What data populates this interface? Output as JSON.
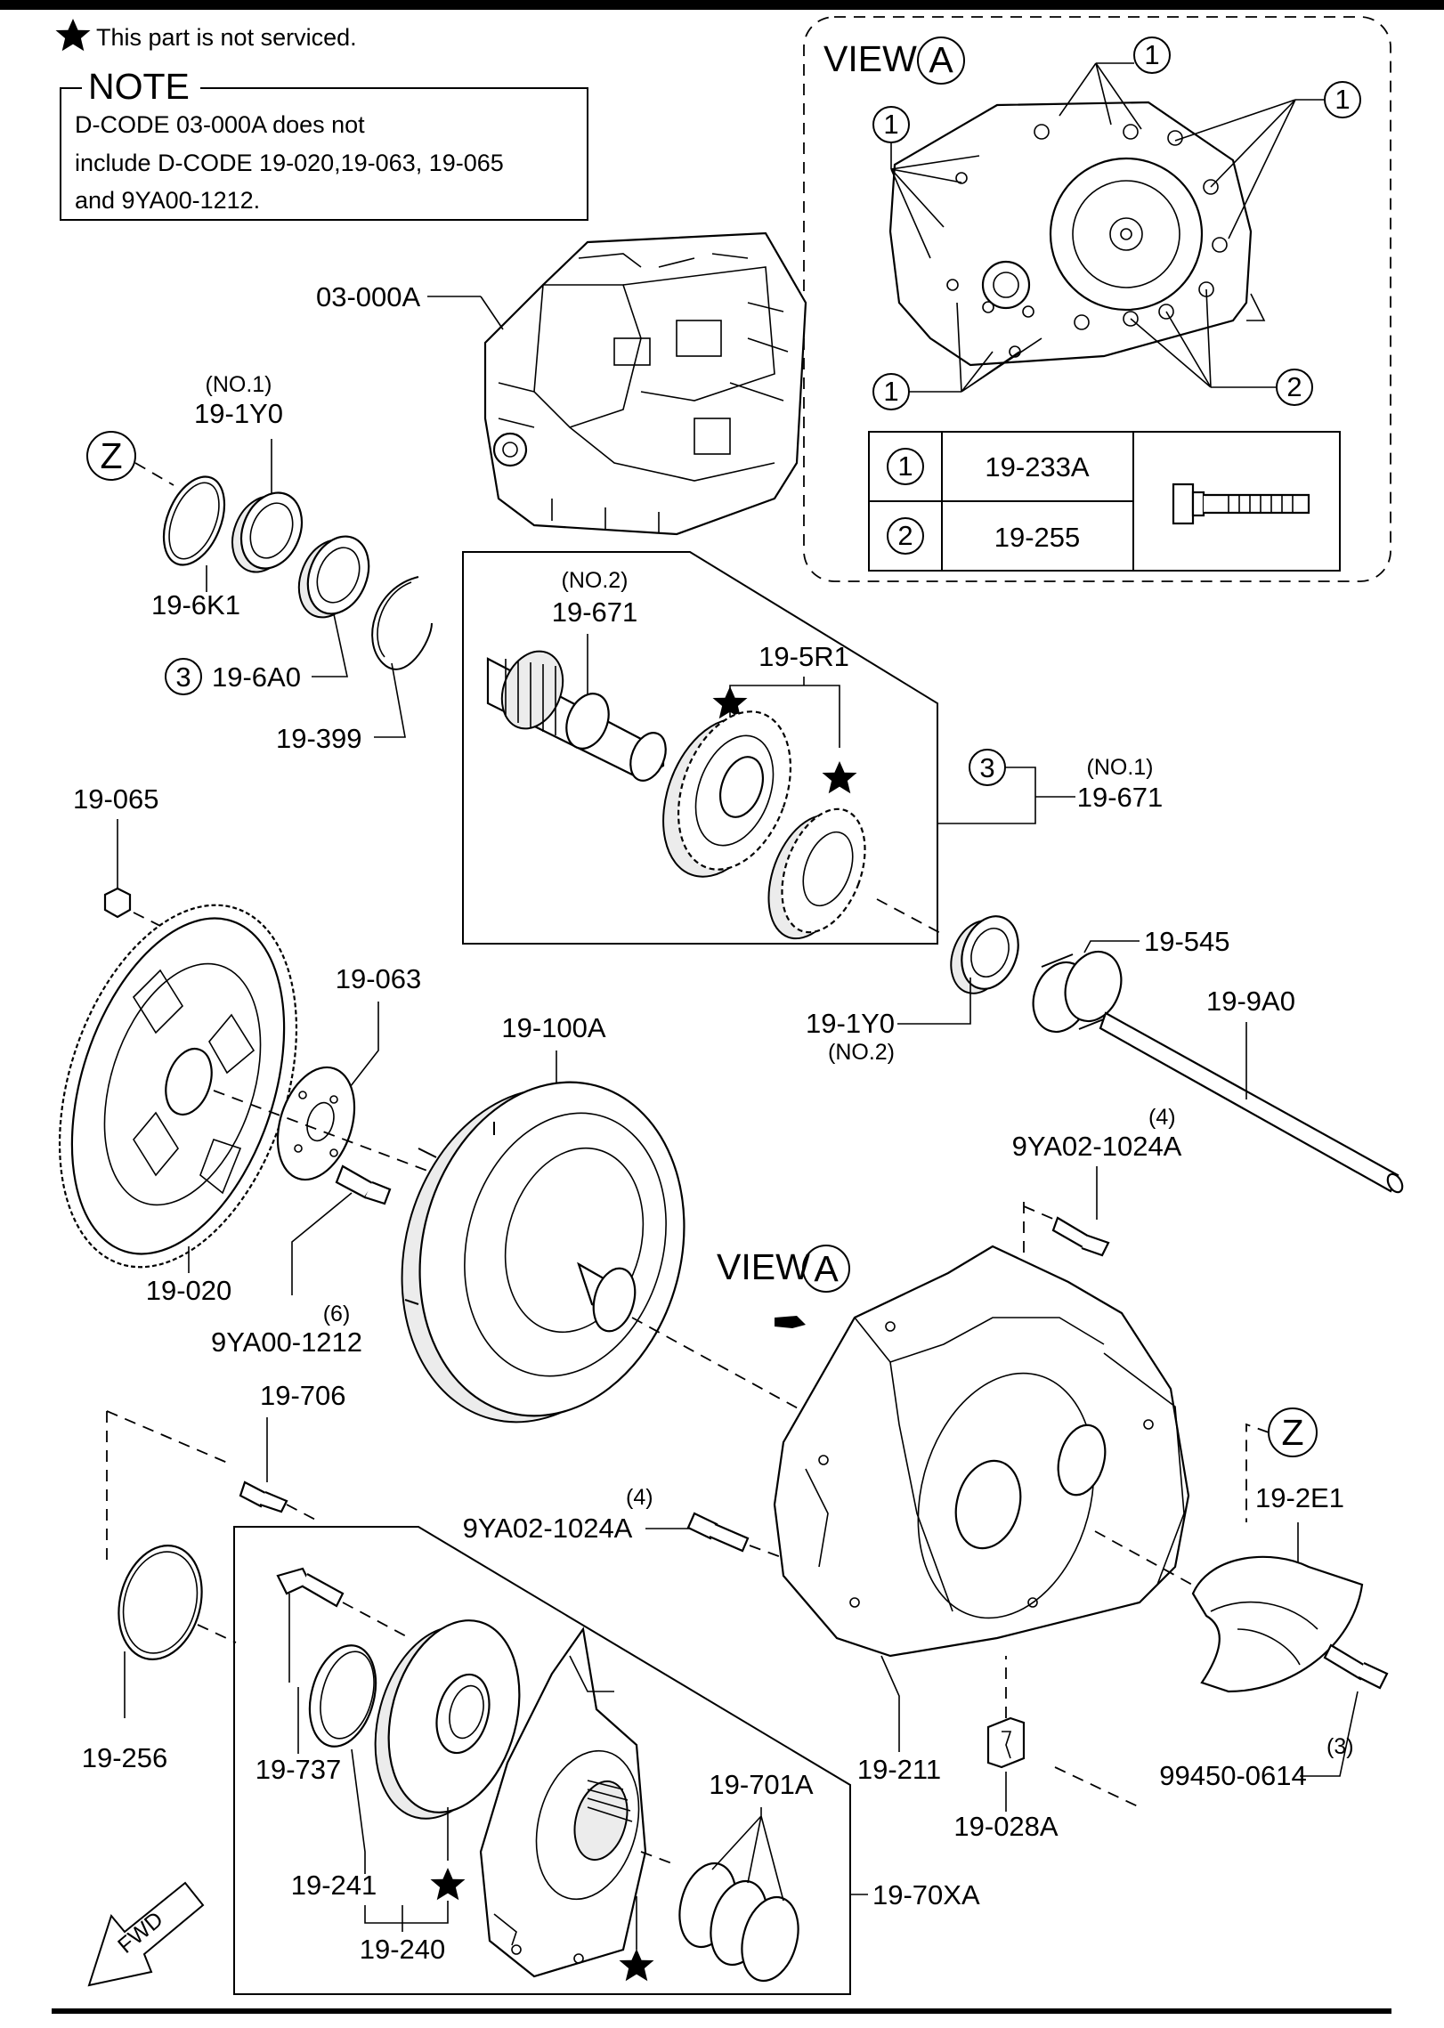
{
  "legend": {
    "star_text": "This part is not serviced."
  },
  "note": {
    "title": "NOTE",
    "line1": "D-CODE 03-000A does not",
    "line2": "include D-CODE 19-020,19-063, 19-065",
    "line3": "and 9YA00-1212."
  },
  "view_a": {
    "title": "VIEW",
    "circle_letter": "A",
    "callout_1": "1",
    "callout_2": "2",
    "table": [
      {
        "ref": "1",
        "part": "19-233A"
      },
      {
        "ref": "2",
        "part": "19-255"
      }
    ]
  },
  "view_a_arrow": {
    "title": "VIEW",
    "letter": "A"
  },
  "markers": {
    "z": "Z",
    "three": "3",
    "fwd": "FWD"
  },
  "labels": {
    "p03_000A": "03-000A",
    "p19_1Y0_top": "19-1Y0",
    "p19_1Y0_top_qual": "(NO.1)",
    "p19_6K1": "19-6K1",
    "p19_6A0": "19-6A0",
    "p19_399": "19-399",
    "p19_671_top": "19-671",
    "p19_671_top_qual": "(NO.2)",
    "p19_5R1": "19-5R1",
    "p19_671_right": "19-671",
    "p19_671_right_qual": "(NO.1)",
    "p19_545": "19-545",
    "p19_1Y0_bottom": "19-1Y0",
    "p19_1Y0_bottom_qual": "(NO.2)",
    "p19_9A0": "19-9A0",
    "p19_065": "19-065",
    "p19_063": "19-063",
    "p19_100A": "19-100A",
    "p19_020": "19-020",
    "p9YA00_1212": "9YA00-1212",
    "p9YA00_1212_qty": "(6)",
    "p9YA02_top": "9YA02-1024A",
    "p9YA02_top_qty": "(4)",
    "p19_706": "19-706",
    "p9YA02_mid": "9YA02-1024A",
    "p9YA02_mid_qty": "(4)",
    "p19_2E1": "19-2E1",
    "p19_256": "19-256",
    "p19_737": "19-737",
    "p19_211": "19-211",
    "p99450": "99450-0614",
    "p99450_qty": "(3)",
    "p19_701A": "19-701A",
    "p19_028A": "19-028A",
    "p19_241": "19-241",
    "p19_70XA": "19-70XA",
    "p19_240": "19-240"
  }
}
